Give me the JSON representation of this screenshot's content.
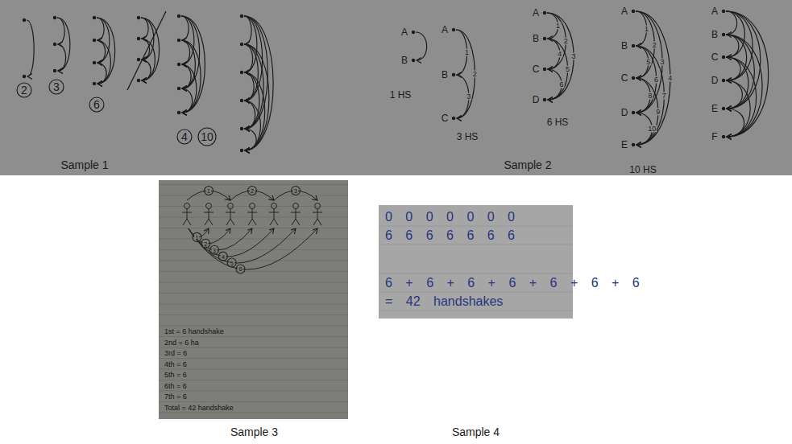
{
  "diagram": {
    "nodes": [
      {
        "text": [
          "Sample 1",
          "Sample 2"
        ]
      },
      {
        "text": [
          "Sample 3"
        ]
      },
      {
        "text": [
          "Sample 4"
        ]
      }
    ],
    "labels": [
      "2",
      "3",
      "6",
      "4",
      "10",
      "A",
      "B",
      "1 HS",
      "A",
      "B",
      "C",
      "1",
      "2",
      "3",
      "3 HS",
      "A",
      "B",
      "C",
      "D",
      "1",
      "2",
      "3",
      "4",
      "5",
      "6",
      "6 HS",
      "A",
      "B",
      "C",
      "D",
      "E",
      "1",
      "2",
      "3",
      "4",
      "5",
      "6",
      "7",
      "8",
      "9",
      "10",
      "10 HS",
      "A",
      "B",
      "C",
      "D",
      "E",
      "F",
      "1",
      "2",
      "3",
      "1",
      "2",
      "3",
      "4",
      "5",
      "6",
      "1st = 6 handshake",
      "2nd = 6 ha",
      "3rd = 6",
      "4th = 6",
      "5th = 6",
      "6th = 6",
      "7th = 6",
      "Total = 42 handshake",
      "0 0 0 0 0 0 0",
      "6 6 6 6 6 6 6",
      "6 + 6 + 6 + 6 + 6 + 6 + 6",
      "= 42 handshakes"
    ]
  }
}
